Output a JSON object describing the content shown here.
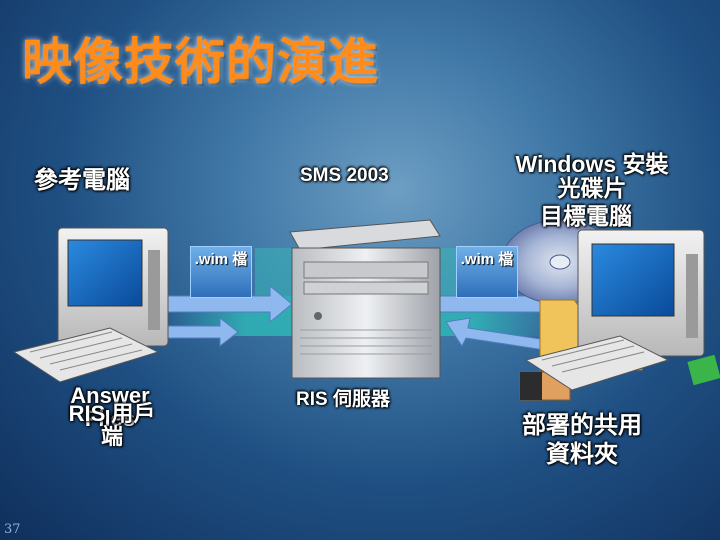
{
  "slide": {
    "title": "映像技術的演進",
    "labels": {
      "reference_pc": "參考電腦",
      "sms": "SMS 2003",
      "windows_cd": "Windows 安裝光碟片",
      "target_pc": "目標電腦",
      "answer_files": "Answer Files",
      "ris_client": "RIS 用戶端",
      "ris_server": "RIS 伺服器",
      "shared_folder": "部署的共用資料夾",
      "wim_left": ".wim 檔",
      "wim_right": ".wim 檔"
    },
    "page_number": "37"
  },
  "colors": {
    "title": "#ff8c1a",
    "background": "#1f4f82",
    "arrow": "#8fb8ee",
    "teal_band": "#2fb5b5"
  }
}
